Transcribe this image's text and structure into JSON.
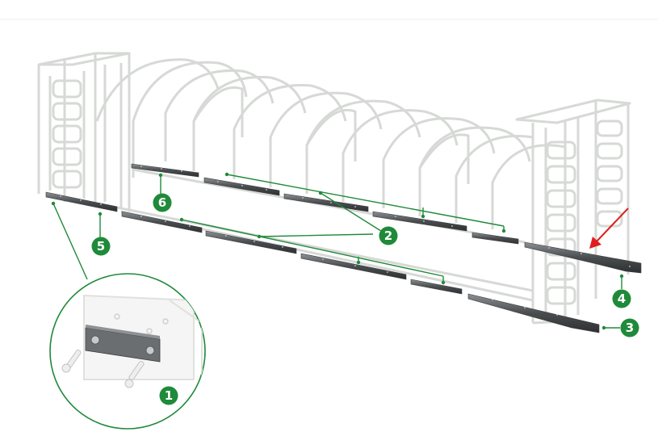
{
  "diagram": {
    "callouts": [
      {
        "id": "c1",
        "label": "1"
      },
      {
        "id": "c2",
        "label": "2"
      },
      {
        "id": "c3",
        "label": "3"
      },
      {
        "id": "c4",
        "label": "4"
      },
      {
        "id": "c5",
        "label": "5"
      },
      {
        "id": "c6",
        "label": "6"
      }
    ],
    "colors": {
      "callout": "#1f8a3a",
      "leader_line": "#1f8a3a",
      "frame": "#d9dcd9",
      "rail_dark": "#4a4d4f",
      "rail_light": "#9a9d9f",
      "arrow": "#e01e1e"
    },
    "icons": {
      "arrow": "red-arrow-icon",
      "detail": "magnified-detail-icon"
    }
  }
}
